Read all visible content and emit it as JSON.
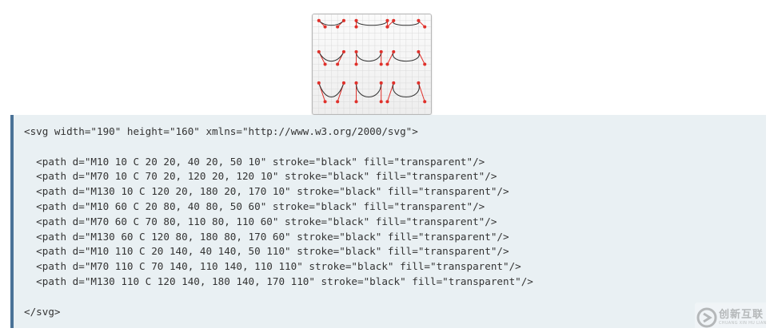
{
  "code": {
    "lines": [
      "<svg width=\"190\" height=\"160\" xmlns=\"http://www.w3.org/2000/svg\">",
      "",
      "  <path d=\"M10 10 C 20 20, 40 20, 50 10\" stroke=\"black\" fill=\"transparent\"/>",
      "  <path d=\"M70 10 C 70 20, 120 20, 120 10\" stroke=\"black\" fill=\"transparent\"/>",
      "  <path d=\"M130 10 C 120 20, 180 20, 170 10\" stroke=\"black\" fill=\"transparent\"/>",
      "  <path d=\"M10 60 C 20 80, 40 80, 50 60\" stroke=\"black\" fill=\"transparent\"/>",
      "  <path d=\"M70 60 C 70 80, 110 80, 110 60\" stroke=\"black\" fill=\"transparent\"/>",
      "  <path d=\"M130 60 C 120 80, 180 80, 170 60\" stroke=\"black\" fill=\"transparent\"/>",
      "  <path d=\"M10 110 C 20 140, 40 140, 50 110\" stroke=\"black\" fill=\"transparent\"/>",
      "  <path d=\"M70 110 C 70 140, 110 140, 110 110\" stroke=\"black\" fill=\"transparent\"/>",
      "  <path d=\"M130 110 C 120 140, 180 140, 170 110\" stroke=\"black\" fill=\"transparent\"/>",
      "",
      "</svg>"
    ]
  },
  "figure": {
    "curves": [
      [
        [
          10,
          10
        ],
        [
          20,
          20
        ],
        [
          40,
          20
        ],
        [
          50,
          10
        ]
      ],
      [
        [
          70,
          10
        ],
        [
          70,
          20
        ],
        [
          120,
          20
        ],
        [
          120,
          10
        ]
      ],
      [
        [
          130,
          10
        ],
        [
          120,
          20
        ],
        [
          180,
          20
        ],
        [
          170,
          10
        ]
      ],
      [
        [
          10,
          60
        ],
        [
          20,
          80
        ],
        [
          40,
          80
        ],
        [
          50,
          60
        ]
      ],
      [
        [
          70,
          60
        ],
        [
          70,
          80
        ],
        [
          110,
          80
        ],
        [
          110,
          60
        ]
      ],
      [
        [
          130,
          60
        ],
        [
          120,
          80
        ],
        [
          180,
          80
        ],
        [
          170,
          60
        ]
      ],
      [
        [
          10,
          110
        ],
        [
          20,
          140
        ],
        [
          40,
          140
        ],
        [
          50,
          110
        ]
      ],
      [
        [
          70,
          110
        ],
        [
          70,
          140
        ],
        [
          110,
          140
        ],
        [
          110,
          110
        ]
      ],
      [
        [
          130,
          110
        ],
        [
          120,
          140
        ],
        [
          180,
          140
        ],
        [
          170,
          110
        ]
      ]
    ],
    "curve_color": "#333333",
    "handle_color": "#e0302a",
    "grid_color": "#d8d8d8"
  },
  "watermark": {
    "text_cn": "创新互联",
    "text_en": "CHUANG XIN HU LIAN"
  }
}
